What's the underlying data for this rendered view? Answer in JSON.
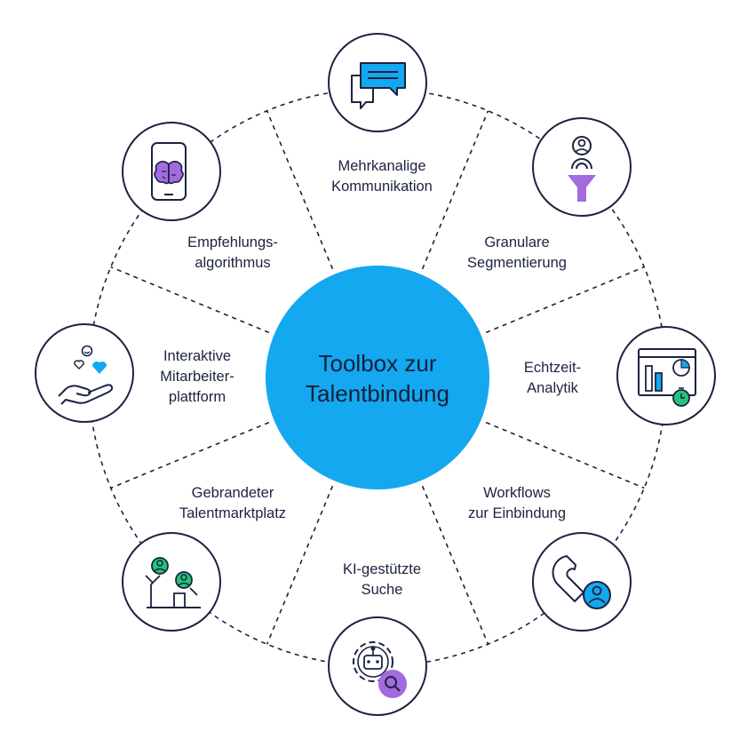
{
  "center": {
    "title": "Toolbox zur\nTalentbindung"
  },
  "colors": {
    "accent": "#13a8ef",
    "navy": "#1c2340",
    "purple": "#a26be0",
    "green": "#22c57a"
  },
  "segments": [
    {
      "id": "mehrkanalige-kommunikation",
      "label": "Mehrkanalige\nKommunikation",
      "icon": "chat-bubbles-icon"
    },
    {
      "id": "granulare-segmentierung",
      "label": "Granulare\nSegmentierung",
      "icon": "user-funnel-icon"
    },
    {
      "id": "echtzeit-analytik",
      "label": "Echtzeit-\nAnalytik",
      "icon": "analytics-dashboard-icon"
    },
    {
      "id": "workflows-zur-einbindung",
      "label": "Workflows\nzur Einbindung",
      "icon": "magnet-user-icon"
    },
    {
      "id": "ki-gestuetzte-suche",
      "label": "KI-gestützte\nSuche",
      "icon": "robot-gear-search-icon"
    },
    {
      "id": "gebrandeter-talentmarktplatz",
      "label": "Gebrandeter\nTalentmarktplatz",
      "icon": "talent-marketplace-icon"
    },
    {
      "id": "interaktive-mitarbeiterplattform",
      "label": "Interaktive\nMitarbeiter-\nplattform",
      "icon": "hand-heart-icon"
    },
    {
      "id": "empfehlungsalgorithmus",
      "label": "Empfehlungs-\nalgorithmus",
      "icon": "phone-brain-icon"
    }
  ]
}
